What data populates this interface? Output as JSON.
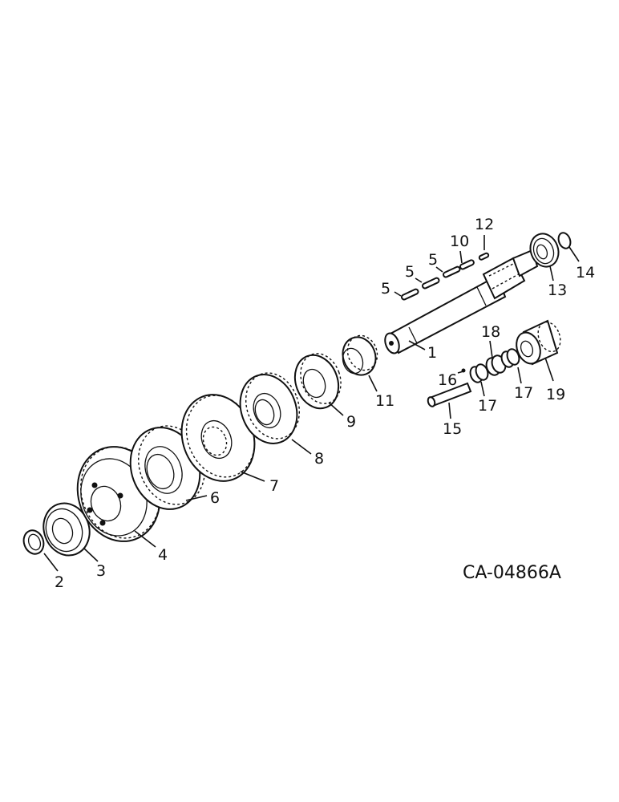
{
  "drawing_code": "CA-04866A",
  "callouts": {
    "p1": "1",
    "p2": "2",
    "p3": "3",
    "p4": "4",
    "p5a": "5",
    "p5b": "5",
    "p5c": "5",
    "p6": "6",
    "p7": "7",
    "p8": "8",
    "p9": "9",
    "p10": "10",
    "p11": "11",
    "p12": "12",
    "p13": "13",
    "p14": "14",
    "p15": "15",
    "p16": "16",
    "p17a": "17",
    "p17b": "17",
    "p18": "18",
    "p19": "19"
  }
}
